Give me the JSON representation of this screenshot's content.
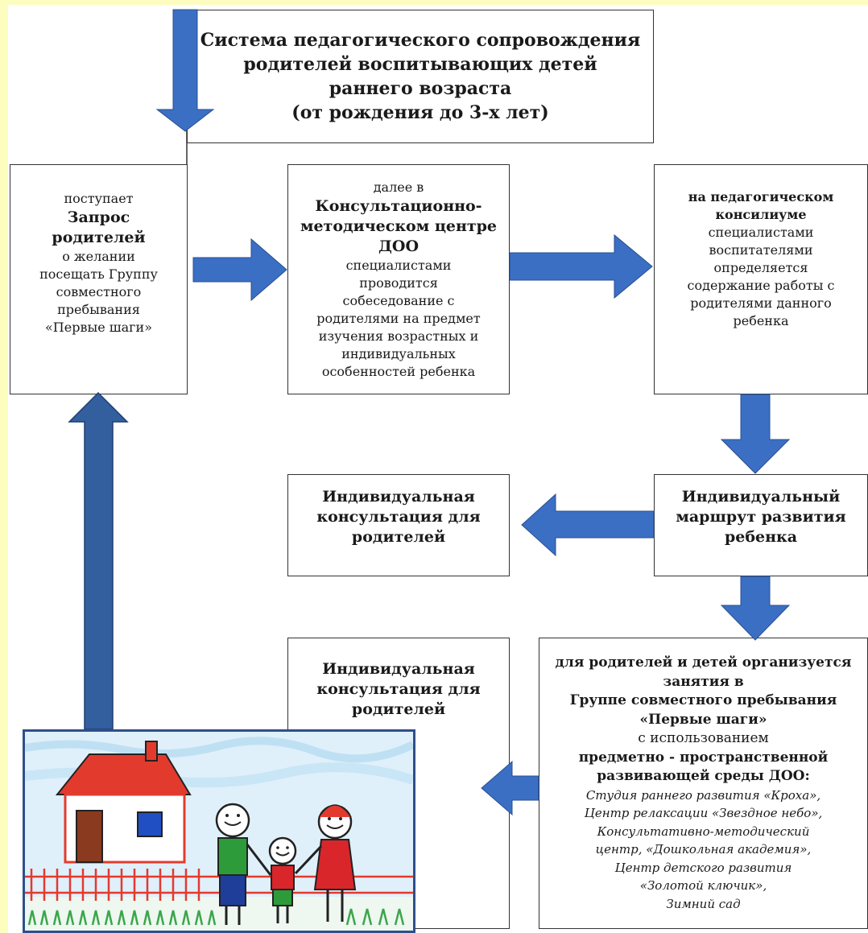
{
  "colors": {
    "arrow": "#3a6fc4",
    "arrow_dark": "#345f9e",
    "border": "#333333",
    "background": "#fdfdc0"
  },
  "title": {
    "line1": "Система педагогического сопровождения",
    "line2": "родителей воспитывающих детей",
    "line3": "раннего возраста",
    "line4": "(от рождения до 3-х лет)"
  },
  "box1": {
    "l1": "поступает",
    "l2": "Запрос",
    "l3": "родителей",
    "l4": "о желании",
    "l5": "посещать Группу",
    "l6": "совместного",
    "l7": "пребывания",
    "l8": "«Первые шаги»"
  },
  "box2": {
    "l1": "далее в",
    "l2": "Консультационно-",
    "l3": "методическом центре",
    "l4": "ДОО",
    "l5": "специалистами",
    "l6": "проводится",
    "l7": "собеседование с",
    "l8": "родителями на предмет",
    "l9": "изучения возрастных и",
    "l10": "индивидуальных",
    "l11": "особенностей ребенка"
  },
  "box3": {
    "l1": "на педагогическом",
    "l2": "консилиуме",
    "l3": "специалистами",
    "l4": "воспитателями",
    "l5": "определяется",
    "l6": "содержание работы с",
    "l7": "родителями данного",
    "l8": "ребенка"
  },
  "box4": {
    "l1": "Индивидуальный",
    "l2": "маршрут развития",
    "l3": "ребенка"
  },
  "box5": {
    "l1": "Индивидуальная",
    "l2": "консультация для",
    "l3": "родителей"
  },
  "box6": {
    "l1": "Индивидуальная",
    "l2": "консультация для",
    "l3": "родителей"
  },
  "box7": {
    "l1": "для родителей и детей организуется",
    "l2": "занятия в",
    "l3": "Группе совместного пребывания",
    "l4": "«Первые шаги»",
    "l5": "с использованием",
    "l6": "предметно - пространственной",
    "l7": "развивающей среды ДОО:",
    "l8": "Студия раннего развития «Кроха»,",
    "l9": "Центр релаксации «Звездное небо»,",
    "l10": "Консультативно-методический",
    "l11": "центр, «Дошкольная академия»,",
    "l12": "Центр детского развития",
    "l13": "«Золотой ключик»,",
    "l14": "Зимний сад"
  },
  "drawing": {
    "subject": "child-drawing-house-and-family"
  }
}
